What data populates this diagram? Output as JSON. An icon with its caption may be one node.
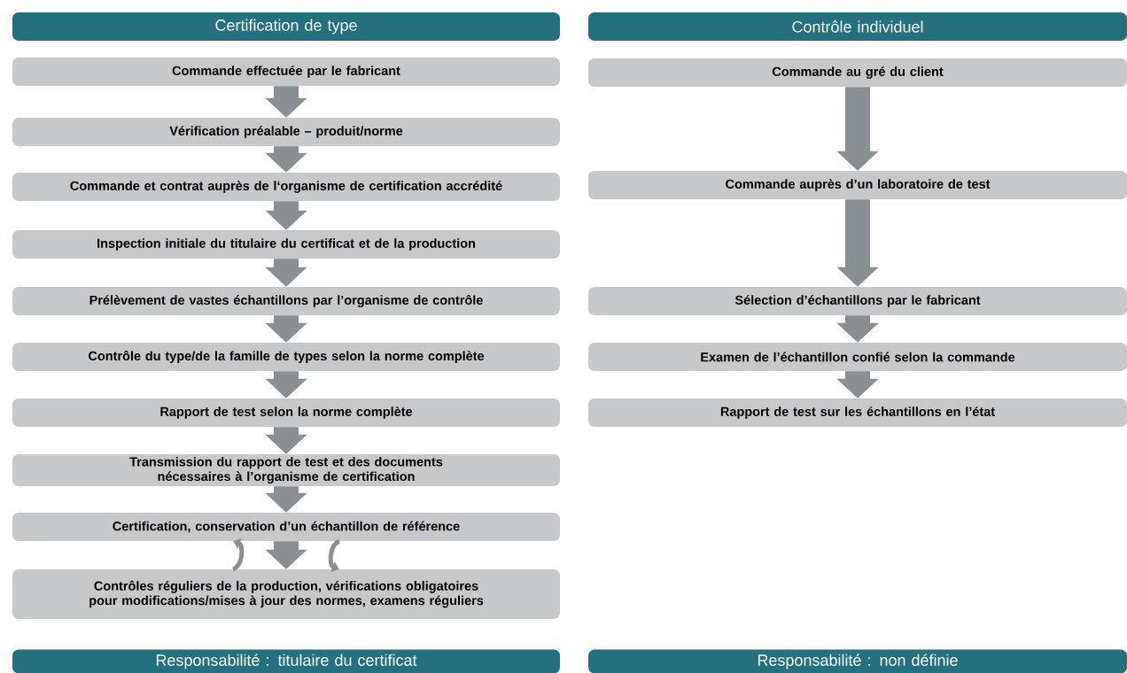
{
  "diagram": {
    "nodes": [
      {
        "text": [
          "Certification de type"
        ]
      },
      {
        "text": [
          "Contrôle individuel"
        ]
      },
      {
        "text": [
          "Commande effectuée par le fabricant"
        ]
      },
      {
        "text": [
          "Vérification préalable – produit/norme"
        ]
      },
      {
        "text": [
          "Commande et contrat auprès de l‘organisme de certification accrédité"
        ]
      },
      {
        "text": [
          "Inspection initiale du titulaire du certificat et de la production"
        ]
      },
      {
        "text": [
          "Prélèvement de vastes échantillons par l’organisme de contrôle"
        ]
      },
      {
        "text": [
          "Contrôle du type/de la famille de types selon la norme complète"
        ]
      },
      {
        "text": [
          "Rapport de test selon la norme complète"
        ]
      },
      {
        "text": [
          "Transmission du rapport de test et des documents nécessaires à l’organisme de certification"
        ]
      },
      {
        "text": [
          "Certification, conservation d’un échantillon de référence"
        ]
      },
      {
        "text": [
          "Contrôles réguliers de la production, vérifications obligatoires pour modifications/mises à jour des normes, examens réguliers"
        ]
      },
      {
        "text": [
          "Commande au gré du client"
        ]
      },
      {
        "text": [
          "Commande auprès d’un laboratoire de test"
        ]
      },
      {
        "text": [
          "Sélection d’échantillons par le fabricant"
        ]
      },
      {
        "text": [
          "Examen de l’échantillon confié selon la commande"
        ]
      },
      {
        "text": [
          "Rapport de test sur les échantillons en l’état"
        ]
      },
      {
        "text": [
          "Responsabilité : titulaire du certificat"
        ]
      },
      {
        "text": [
          "Responsabilité : non définie"
        ]
      }
    ],
    "edges": [
      {
        "from": 2,
        "to": 3,
        "arrow": "to"
      },
      {
        "from": 3,
        "to": 4,
        "arrow": "to"
      },
      {
        "from": 4,
        "to": 5,
        "arrow": "to"
      },
      {
        "from": 5,
        "to": 6,
        "arrow": "to"
      },
      {
        "from": 6,
        "to": 7,
        "arrow": "to"
      },
      {
        "from": 7,
        "to": 8,
        "arrow": "to"
      },
      {
        "from": 8,
        "to": 9,
        "arrow": "to"
      },
      {
        "from": 9,
        "to": 10,
        "arrow": "to"
      },
      {
        "from": 10,
        "to": 11,
        "arrow": "to"
      },
      {
        "from": 11,
        "to": 10,
        "arrow": "to"
      },
      {
        "from": 10,
        "to": 11,
        "arrow": "to"
      },
      {
        "from": 12,
        "to": 13,
        "arrow": "to"
      },
      {
        "from": 13,
        "to": 14,
        "arrow": "to"
      },
      {
        "from": 14,
        "to": 15,
        "arrow": "to"
      },
      {
        "from": 15,
        "to": 16,
        "arrow": "to"
      }
    ]
  }
}
